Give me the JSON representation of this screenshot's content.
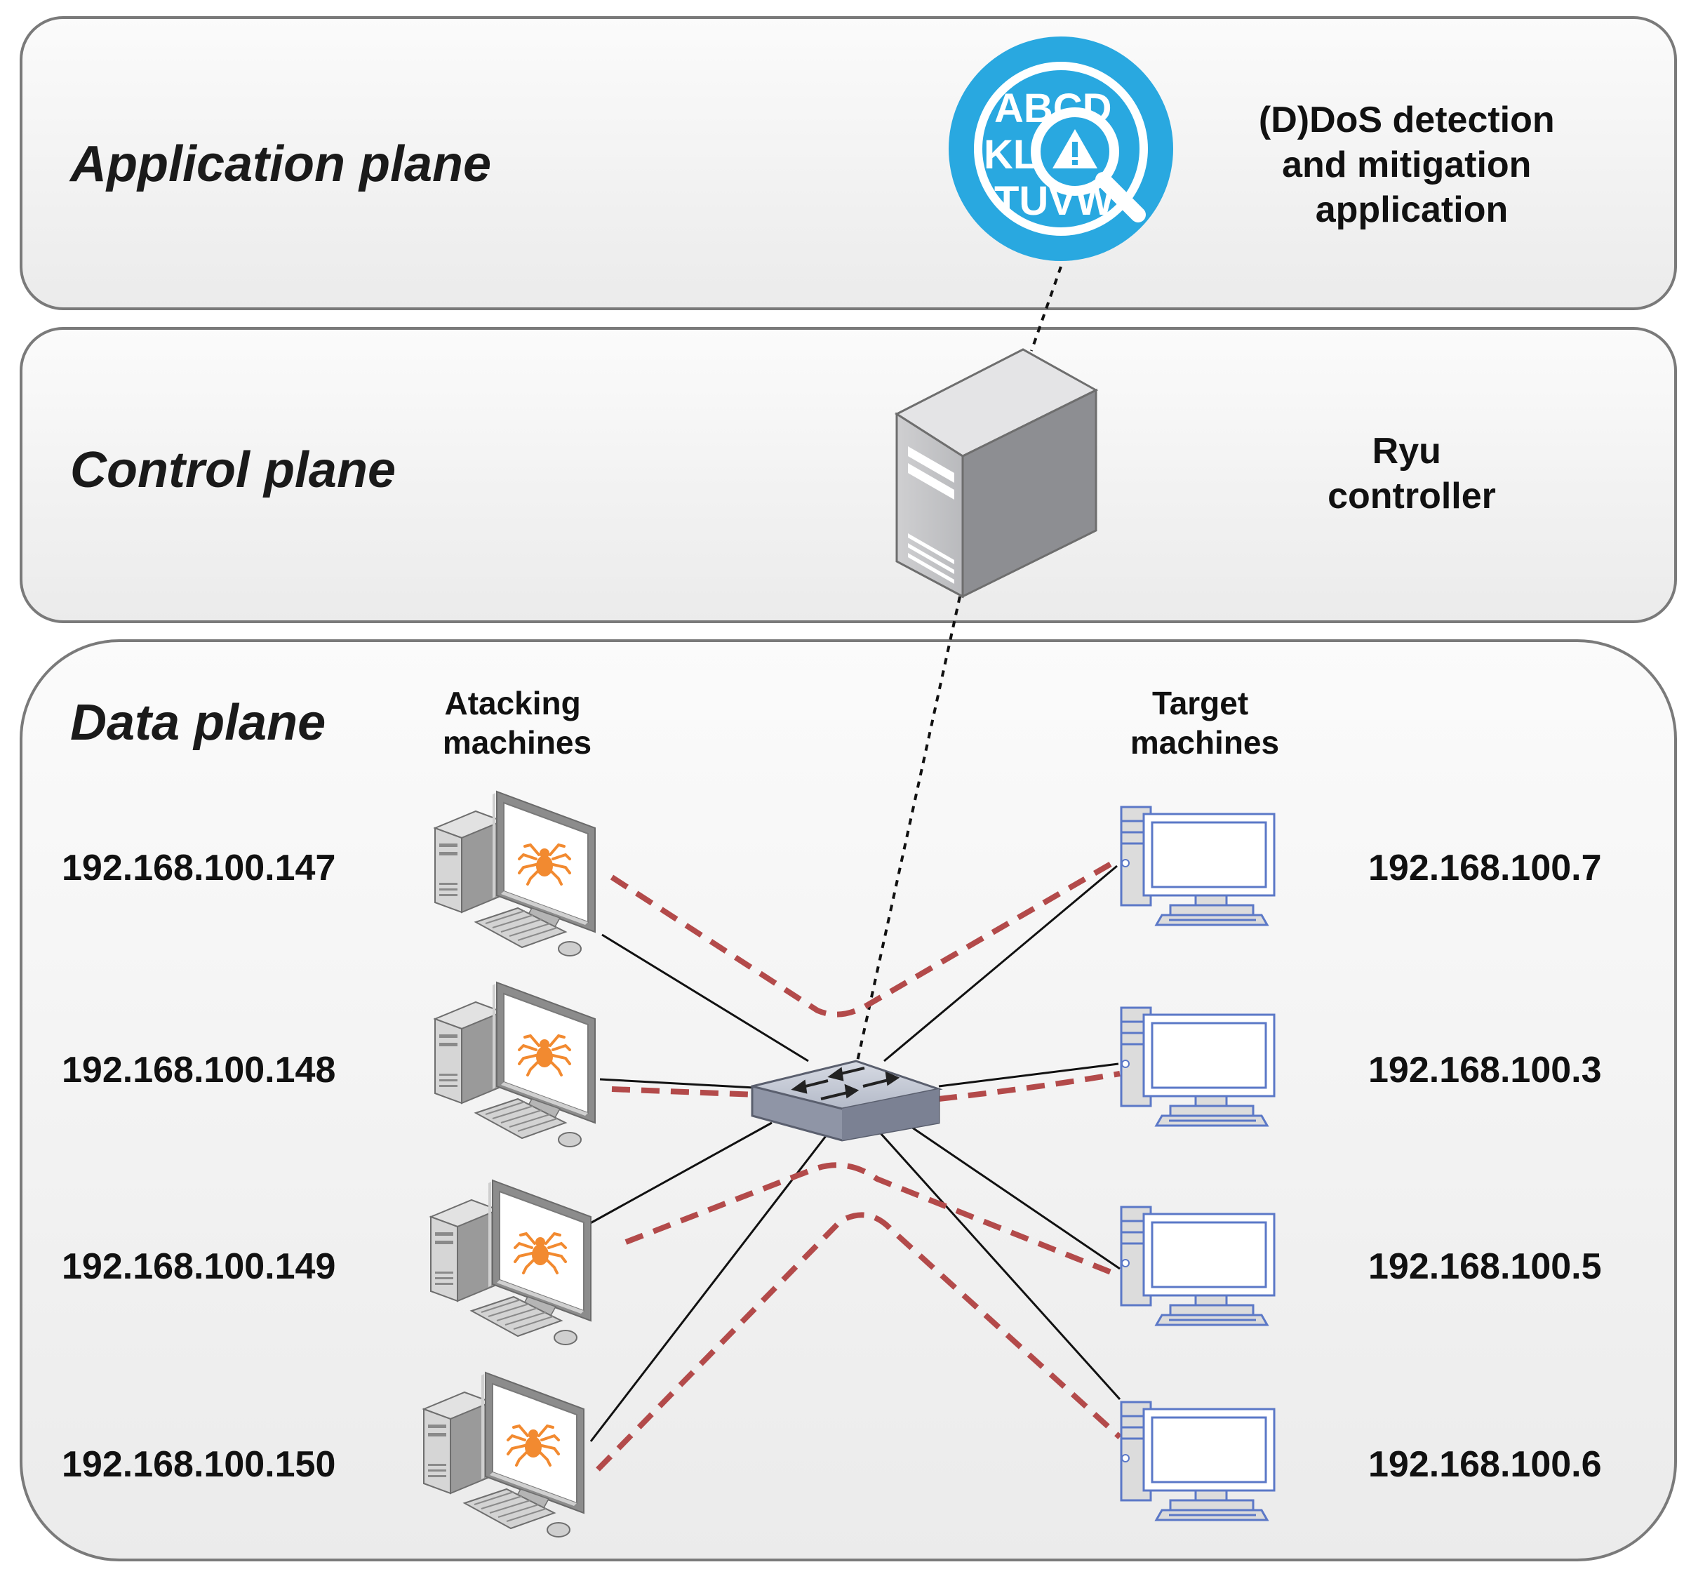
{
  "planes": {
    "application": {
      "title": "Application plane"
    },
    "control": {
      "title": "Control plane"
    },
    "data": {
      "title": "Data plane"
    }
  },
  "application_node": {
    "label_lines": [
      "(D)DoS detection",
      "and mitigation",
      "application"
    ],
    "icon": "ddos-detection-app-icon",
    "icon_letters": [
      "ABCD",
      "KLMN",
      "TUVW"
    ],
    "icon_color": "#29a8e0"
  },
  "controller_node": {
    "label_lines": [
      "Ryu",
      "controller"
    ],
    "icon": "server-tower-icon"
  },
  "switch_node": {
    "icon": "network-switch-icon"
  },
  "attacking": {
    "title_lines": [
      "Atacking",
      "machines"
    ],
    "icon": "infected-computer-icon",
    "spider_color": "#f28a30",
    "ips": [
      "192.168.100.147",
      "192.168.100.148",
      "192.168.100.149",
      "192.168.100.150"
    ]
  },
  "targets": {
    "title_lines": [
      "Target",
      "machines"
    ],
    "icon": "target-computer-icon",
    "outline_color": "#5b78c7",
    "ips": [
      "192.168.100.7",
      "192.168.100.3",
      "192.168.100.5",
      "192.168.100.6"
    ]
  },
  "colors": {
    "attack_path": "#b34a4a",
    "link": "#111111",
    "panel_fill": "#f0f0f0",
    "panel_stroke": "#7a7a7a"
  }
}
